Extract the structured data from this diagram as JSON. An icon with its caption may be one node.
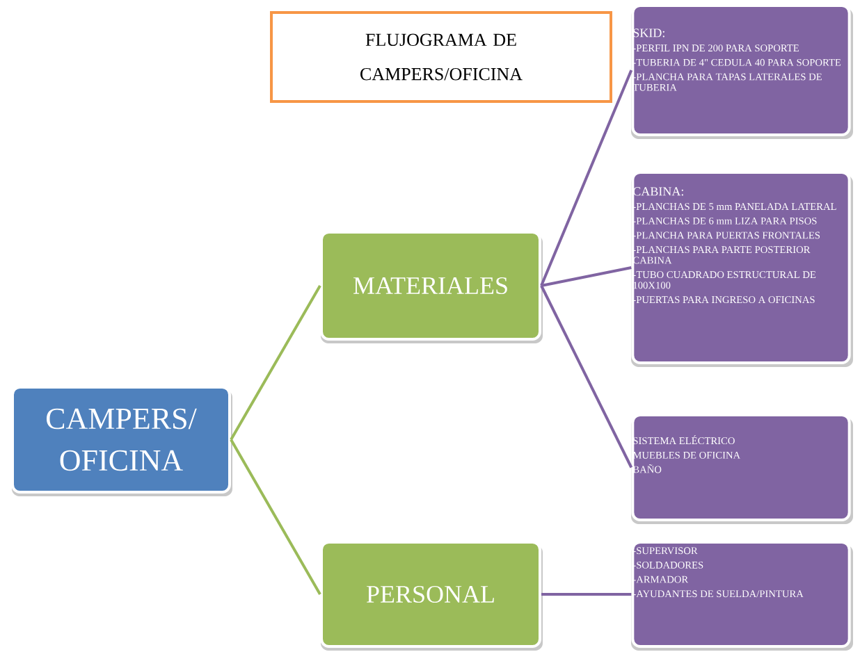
{
  "diagram": {
    "nodes": [
      {
        "text": [
          "FLUJOGRAMA DE CAMPERS/OFICINA"
        ]
      },
      {
        "text": [
          "CAMPERS/ OFICINA"
        ]
      },
      {
        "text": [
          "MATERIALES"
        ]
      },
      {
        "text": [
          "SKID:",
          "-PERFIL IPN DE 200 PARA SOPORTE",
          "-TUBERIA DE 4\" CEDULA 40 PARA SOPORTE",
          "-PLANCHA PARA TAPAS LATERALES DE TUBERIA"
        ]
      },
      {
        "text": [
          "CABINA:",
          "-PLANCHAS DE 5 mm PANELADA LATERAL",
          "-PLANCHAS DE 6 mm LIZA PARA PISOS",
          "-PLANCHA PARA PUERTAS FRONTALES",
          "-PLANCHAS PARA PARTE POSTERIOR CABINA",
          "-TUBO CUADRADO ESTRUCTURAL  DE 100X100",
          "-PUERTAS PARA INGRESO A OFICINAS"
        ]
      },
      {
        "text": [
          "SISTEMA ELÉCTRICO",
          "MUEBLES DE OFICINA",
          "BAÑO"
        ]
      },
      {
        "text": [
          "PERSONAL"
        ]
      },
      {
        "text": [
          "-SUPERVISOR",
          "-SOLDADORES",
          "-ARMADOR",
          "-AYUDANTES DE SUELDA/PINTURA"
        ]
      }
    ],
    "edges": [
      {
        "from": 1,
        "to": 2,
        "arrow": "none",
        "color": "#9bbb59"
      },
      {
        "from": 1,
        "to": 6,
        "arrow": "none",
        "color": "#9bbb59"
      },
      {
        "from": 2,
        "to": 3,
        "arrow": "none"
      },
      {
        "from": 2,
        "to": 4,
        "arrow": "none"
      },
      {
        "from": 2,
        "to": 5,
        "arrow": "none"
      },
      {
        "from": 6,
        "to": 7,
        "arrow": "none"
      }
    ]
  }
}
